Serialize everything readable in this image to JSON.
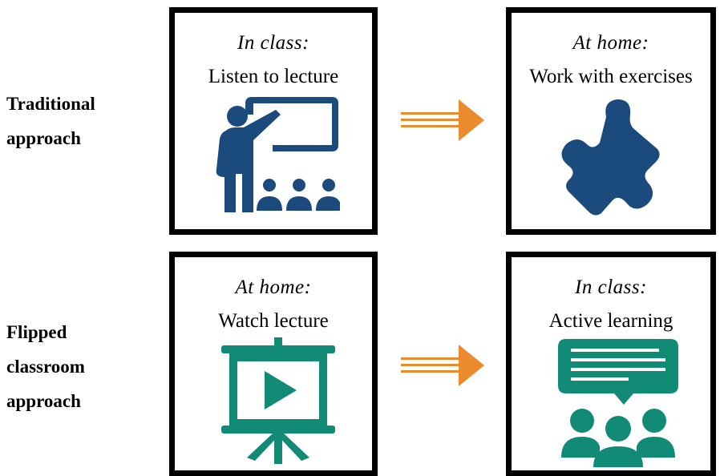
{
  "rows": [
    {
      "label_lines": [
        "Traditional",
        "approach"
      ],
      "first": {
        "when": "In class:",
        "what": "Listen to lecture",
        "icon": "teacher-at-board-icon"
      },
      "second": {
        "when": "At home:",
        "what": "Work with exercises",
        "icon": "puzzle-piece-icon"
      }
    },
    {
      "label_lines": [
        "Flipped",
        "classroom",
        "approach"
      ],
      "first": {
        "when": "At home:",
        "what": "Watch lecture",
        "icon": "video-presentation-icon"
      },
      "second": {
        "when": "In class:",
        "what": "Active learning",
        "icon": "group-discussion-icon"
      }
    }
  ],
  "colors": {
    "blue_icon": "#1b4a7c",
    "green_icon": "#118a76",
    "arrow": "#ec8b2e",
    "border": "#000000"
  }
}
